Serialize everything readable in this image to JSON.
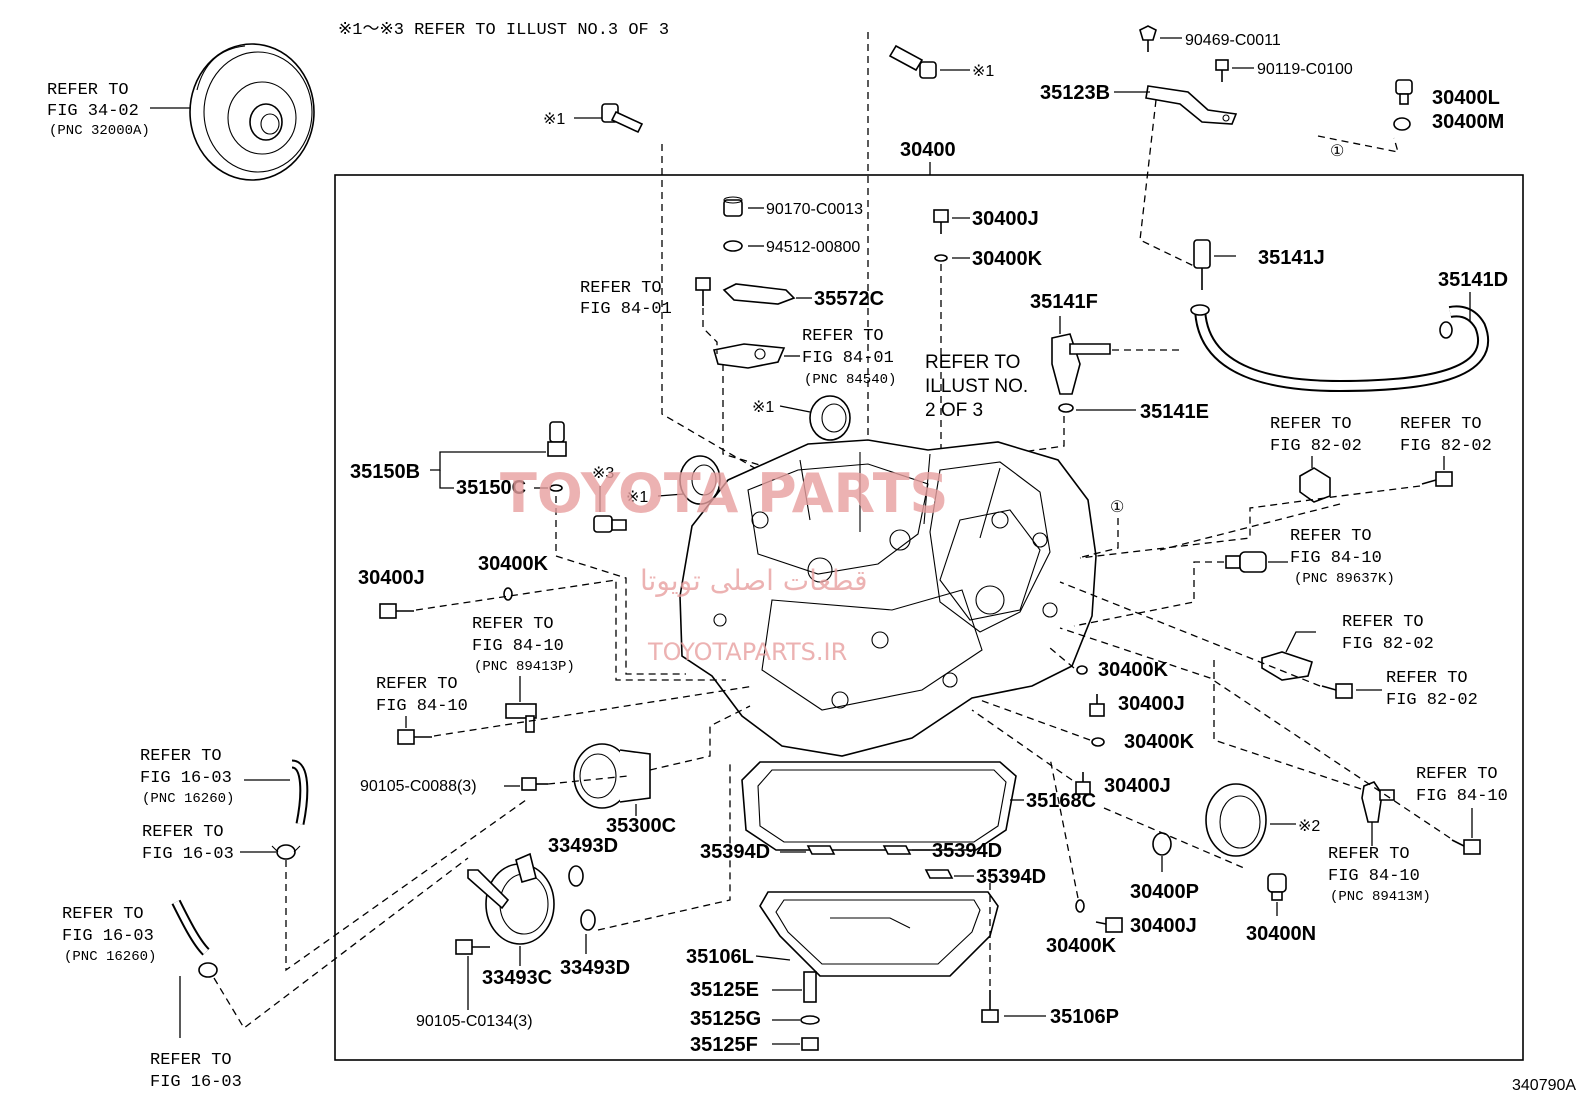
{
  "header_note": "※1～※3 REFER TO ILLUST NO.3 OF 3",
  "illust_id": "340790A",
  "watermark": {
    "main": "TOYOTA PARTS",
    "persian": "قطعات اصلی تویوتا",
    "sub": "TOYOTAPARTS.IR"
  },
  "refs": {
    "fig_34_02": [
      "REFER TO",
      "FIG 34-02",
      "(PNC 32000A)"
    ],
    "fig_84_01_a": [
      "REFER TO",
      "FIG 84-01"
    ],
    "fig_84_01_b": [
      "REFER TO",
      "FIG 84-01",
      "(PNC 84540)"
    ],
    "illust_2": [
      "REFER TO",
      "ILLUST NO.",
      "2 OF 3"
    ],
    "fig_82_02_a": [
      "REFER TO",
      "FIG 82-02"
    ],
    "fig_82_02_b": [
      "REFER TO",
      "FIG 82-02"
    ],
    "fig_84_10_a": [
      "REFER TO",
      "FIG 84-10",
      "(PNC 89637K)"
    ],
    "fig_82_02_c": [
      "REFER TO",
      "FIG 82-02"
    ],
    "fig_82_02_d": [
      "REFER TO",
      "FIG 82-02"
    ],
    "fig_84_10_b": [
      "REFER TO",
      "FIG 84-10",
      "(PNC 89413P)"
    ],
    "fig_84_10_c": [
      "REFER TO",
      "FIG 84-10"
    ],
    "fig_16_03_a": [
      "REFER TO",
      "FIG 16-03",
      "(PNC 16260)"
    ],
    "fig_16_03_b": [
      "REFER TO",
      "FIG 16-03"
    ],
    "fig_16_03_c": [
      "REFER TO",
      "FIG 16-03",
      "(PNC 16260)"
    ],
    "fig_16_03_d": [
      "REFER TO",
      "FIG 16-03"
    ],
    "fig_84_10_d": [
      "REFER TO",
      "FIG 84-10"
    ],
    "fig_84_10_e": [
      "REFER TO",
      "FIG 84-10",
      "(PNC 89413M)"
    ]
  },
  "parts": {
    "p30400": "30400",
    "p35123B": "35123B",
    "p90469": "90469-C0011",
    "p90119": "90119-C0100",
    "p30400L": "30400L",
    "p30400M": "30400M",
    "mark1": "①",
    "ref1": "※1",
    "ref2": "※2",
    "ref3": "※3",
    "p90170": "90170-C0013",
    "p94512": "94512-00800",
    "p35572C": "35572C",
    "p30400J_top": "30400J",
    "p30400K_top": "30400K",
    "p35141J": "35141J",
    "p35141D": "35141D",
    "p35141F": "35141F",
    "p35141E": "35141E",
    "p35150B": "35150B",
    "p35150C": "35150C",
    "p30400J_l": "30400J",
    "p30400K_l": "30400K",
    "p30400K_r1": "30400K",
    "p30400J_r1": "30400J",
    "p30400K_r2": "30400K",
    "p30400J_r2": "30400J",
    "p35168C": "35168C",
    "p30400P": "30400P",
    "p30400N": "30400N",
    "p30400K_b": "30400K",
    "p30400J_b": "30400J",
    "p90105_88": "90105-C0088(3)",
    "p35300C": "35300C",
    "p33493D_a": "33493D",
    "p33493D_b": "33493D",
    "p33493C": "33493C",
    "p90105_134": "90105-C0134(3)",
    "p35394D_a": "35394D",
    "p35394D_b": "35394D",
    "p35394D_c": "35394D",
    "p35106L": "35106L",
    "p35125E": "35125E",
    "p35125G": "35125G",
    "p35125F": "35125F",
    "p35106P": "35106P"
  }
}
